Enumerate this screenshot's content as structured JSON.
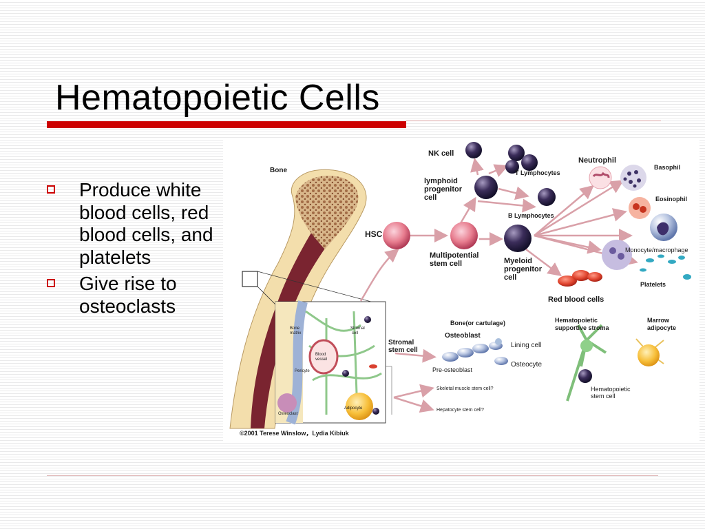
{
  "slide": {
    "title": "Hematopoietic Cells",
    "bullets": [
      "Produce white blood cells, red blood cells, and platelets",
      "Give rise to osteoclasts"
    ]
  },
  "figure": {
    "labels": {
      "bone": "Bone",
      "nk_cell": "NK cell",
      "t_lymphocytes": "T Lymphocytes",
      "neutrophil": "Neutrophil",
      "basophil": "Basophil",
      "lymphoid_l1": "lymphoid",
      "lymphoid_l2": "progenitor",
      "lymphoid_l3": "cell",
      "eosinophil": "Eosinophil",
      "b_lymphocytes": "B Lymphocytes",
      "hsc": "HSC",
      "multipotential_l1": "Multipotential",
      "multipotential_l2": "stem cell",
      "monocyte": "Monocyte/macrophage",
      "myeloid_l1": "Myeloid",
      "myeloid_l2": "progenitor",
      "myeloid_l3": "cell",
      "platelets": "Platelets",
      "red_blood_cells": "Red blood cells",
      "bone_cartilage": "Bone(or cartulage)",
      "hema_stroma_l1": "Hematopoietic",
      "hema_stroma_l2": "supportive stroma",
      "marrow_l1": "Marrow",
      "marrow_l2": "adipocyte",
      "osteoblast": "Osteoblast",
      "lining_cell": "Lining cell",
      "stromal_l1": "Stromal",
      "stromal_l2": "stem cell",
      "osteocyte": "Osteocyte",
      "pre_osteoblast": "Pre-osteoblast",
      "hema_stem_l1": "Hematopoietic",
      "hema_stem_l2": "stem cell",
      "skeletal": "Skeletal muscle stem cell?",
      "hepatocyte": "Hepatocyte stem cell?",
      "bone_matrix_l1": "Bone",
      "bone_matrix_l2": "matrix",
      "stromal_cell_l1": "Stromal",
      "stromal_cell_l2": "cell",
      "blood_vessel_l1": "Blood",
      "blood_vessel_l2": "vessel",
      "pericyte": "Pericyte",
      "osteoclast": "Osteoclast",
      "adipocyte": "Adipocyte",
      "credit": "©2001 Terese Winslow，Lydia Kibiuk"
    }
  },
  "colors": {
    "accent_red": "#cc0000",
    "stem_cell": "#e57a8a",
    "progenitor": "#4a3a6a",
    "red_blood_cell": "#d94030",
    "stroma": "#7fbf7a",
    "adipocyte": "#f2b53a",
    "osteoblast": "#a9bedc"
  }
}
